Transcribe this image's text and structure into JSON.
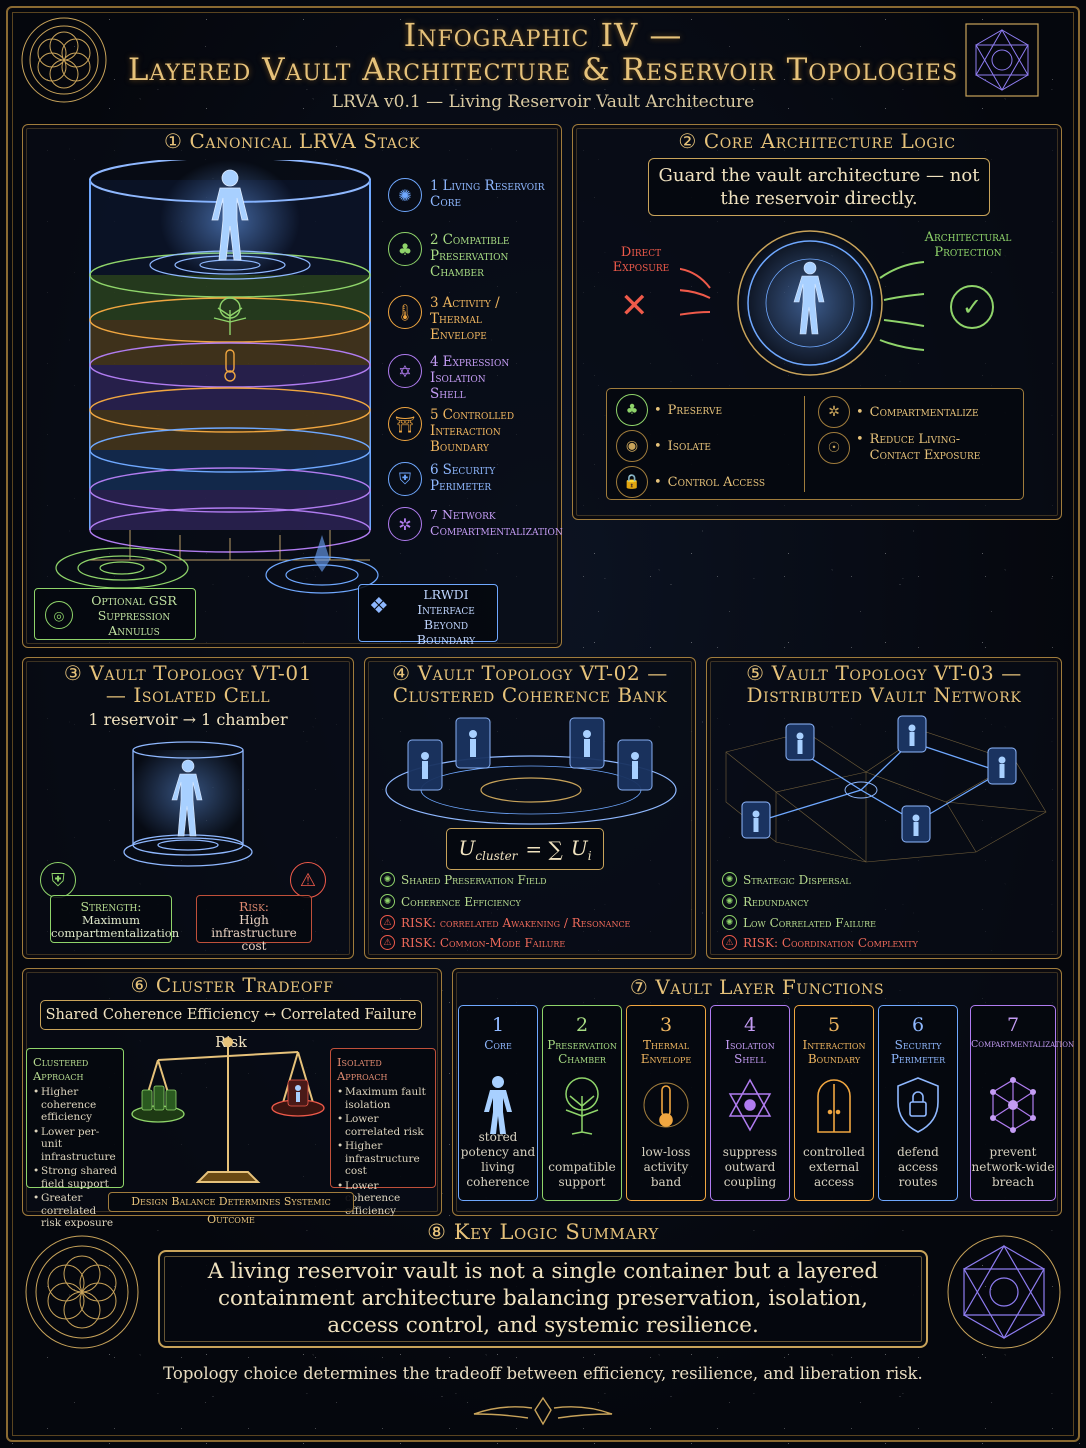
{
  "header": {
    "title_line1": "Infographic IV —",
    "title_line2": "Layered Vault Architecture & Reservoir Topologies",
    "subtitle": "LRVA v0.1 — Living Reservoir Vault Architecture"
  },
  "panel1": {
    "title": "① Canonical LRVA Stack",
    "layers": [
      {
        "num": "1",
        "label": "Living Reservoir Core",
        "icon": "core-icon",
        "color": "#6fa8ff"
      },
      {
        "num": "2",
        "label": "Compatible Preservation Chamber",
        "icon": "tree-icon",
        "color": "#8fd46a"
      },
      {
        "num": "3",
        "label": "Activity / Thermal Envelope",
        "icon": "thermometer-icon",
        "color": "#f0a640"
      },
      {
        "num": "4",
        "label": "Expression Isolation Shell",
        "icon": "hexagram-icon",
        "color": "#b07cf0"
      },
      {
        "num": "5",
        "label": "Controlled Interaction Boundary",
        "icon": "door-icon",
        "color": "#f0a640"
      },
      {
        "num": "6",
        "label": "Security Perimeter",
        "icon": "shield-icon",
        "color": "#6fa8ff"
      },
      {
        "num": "7",
        "label": "Network Compartmentalization",
        "icon": "network-icon",
        "color": "#b07cf0"
      }
    ],
    "gsr_label": "Optional GSR Suppression Annulus",
    "lrwdi_label": "LRWDI Interface Beyond Boundary"
  },
  "panel2": {
    "title": "② Core Architecture Logic",
    "quote": "Guard the vault architecture — not the reservoir directly.",
    "direct_label": "Direct Exposure",
    "protect_label": "Architectural Protection",
    "left_items": [
      "Preserve",
      "Isolate",
      "Control Access"
    ],
    "right_items": [
      "Compartmentalize",
      "Reduce Living-Contact Exposure"
    ]
  },
  "panel3": {
    "title": "③ Vault Topology VT-01 — Isolated Cell",
    "rule": "1 reservoir → 1 chamber",
    "strength_head": "Strength:",
    "strength_text": "Maximum compartmentalization",
    "risk_head": "Risk:",
    "risk_text": "High infrastructure cost"
  },
  "panel4": {
    "title": "④ Vault Topology VT-02 — Clustered Coherence Bank",
    "formula_lhs": "U",
    "formula_lhs_sub": "cluster",
    "formula_eq": "= ∑",
    "formula_rhs": "U",
    "formula_rhs_sub": "i",
    "items": [
      {
        "text": "Shared Preservation Field",
        "risk": false
      },
      {
        "text": "Coherence Efficiency",
        "risk": false
      },
      {
        "text": "RISK: correlated Awakening / Resonance",
        "risk": true
      },
      {
        "text": "RISK: Common-Mode Failure",
        "risk": true
      }
    ]
  },
  "panel5": {
    "title": "⑤ Vault Topology VT-03 — Distributed Vault Network",
    "items": [
      {
        "text": "Strategic Dispersal",
        "risk": false
      },
      {
        "text": "Redundancy",
        "risk": false
      },
      {
        "text": "Low Correlated Failure",
        "risk": false
      },
      {
        "text": "RISK: Coordination Complexity",
        "risk": true
      }
    ]
  },
  "panel6": {
    "title": "⑥ Cluster Tradeoff",
    "banner": "Shared Coherence Efficiency ↔ Correlated Failure Risk",
    "clustered_head": "Clustered Approach",
    "clustered_items": [
      "Higher coherence efficiency",
      "Lower per-unit infrastructure",
      "Strong shared field support",
      "Greater correlated risk exposure"
    ],
    "isolated_head": "Isolated Approach",
    "isolated_items": [
      "Maximum fault isolation",
      "Lower correlated risk",
      "Higher infrastructure cost",
      "Lower coherence efficiency"
    ],
    "footer": "Design Balance Determines Systemic Outcome"
  },
  "panel7": {
    "title": "⑦ Vault Layer Functions",
    "cards": [
      {
        "num": "1",
        "title": "Core",
        "desc": "stored potency and living coherence",
        "color": "#6fa8ff",
        "icon": "core-figure-icon"
      },
      {
        "num": "2",
        "title": "Preservation Chamber",
        "desc": "compatible support",
        "color": "#8fd46a",
        "icon": "tree-icon"
      },
      {
        "num": "3",
        "title": "Thermal Envelope",
        "desc": "low-loss activity band",
        "color": "#f0a640",
        "icon": "thermometer-icon"
      },
      {
        "num": "4",
        "title": "Isolation Shell",
        "desc": "suppress outward coupling",
        "color": "#b07cf0",
        "icon": "hexagram-icon"
      },
      {
        "num": "5",
        "title": "Interaction Boundary",
        "desc": "controlled external access",
        "color": "#f0a640",
        "icon": "door-icon"
      },
      {
        "num": "6",
        "title": "Security Perimeter",
        "desc": "defend access routes",
        "color": "#6fa8ff",
        "icon": "shield-lock-icon"
      },
      {
        "num": "7",
        "title": "Compartmentalization",
        "desc": "prevent network-wide breach",
        "color": "#b07cf0",
        "icon": "network-icon"
      }
    ]
  },
  "panel8": {
    "title": "⑧ Key Logic Summary",
    "summary": "A living reservoir vault is not a single container but a layered containment architecture balancing preservation, isolation, access control, and systemic resilience.",
    "footer": "Topology choice determines the tradeoff between efficiency, resilience, and liberation risk."
  }
}
